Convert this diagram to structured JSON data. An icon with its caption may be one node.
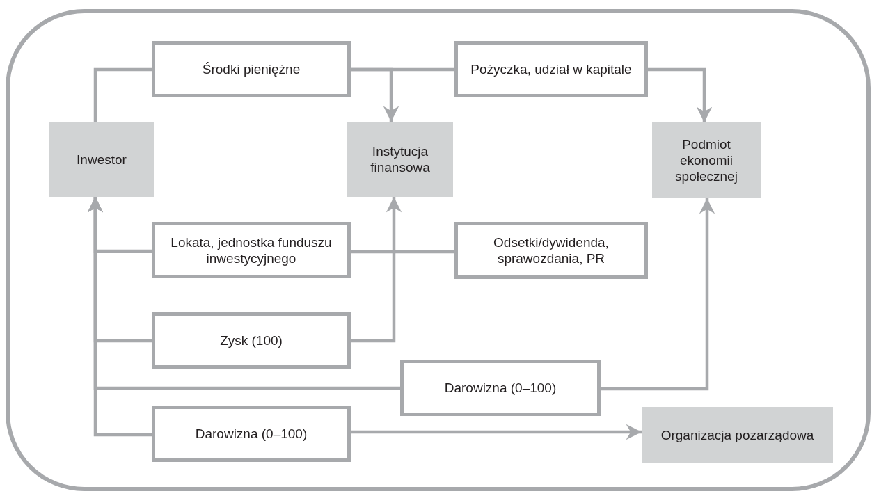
{
  "diagram": {
    "nodes": [
      {
        "text": [
          "Środki pieniężne"
        ]
      },
      {
        "text": [
          "Pożyczka, udział w kapitale"
        ]
      },
      {
        "text": [
          "Inwestor"
        ]
      },
      {
        "text": [
          "Instytucja finansowa"
        ]
      },
      {
        "text": [
          "Podmiot ekonomii społecznej"
        ]
      },
      {
        "text": [
          "Lokata, jednostka funduszu inwestycyjnego"
        ]
      },
      {
        "text": [
          "Odsetki/dywidenda, sprawozdania, PR"
        ]
      },
      {
        "text": [
          "Zysk (100)"
        ]
      },
      {
        "text": [
          "Darowizna (0–100)"
        ]
      },
      {
        "text": [
          "Darowizna (0–100)"
        ]
      },
      {
        "text": [
          "Organizacja pozarządowa"
        ]
      }
    ],
    "edges": [
      {
        "from": 2,
        "to": 0,
        "arrow": "none"
      },
      {
        "from": 0,
        "to": 3,
        "arrow": "to"
      },
      {
        "from": 0,
        "to": 1,
        "arrow": "none"
      },
      {
        "from": 1,
        "to": 4,
        "arrow": "to"
      },
      {
        "from": 5,
        "to": 2,
        "arrow": "to"
      },
      {
        "from": 5,
        "to": 6,
        "arrow": "none"
      },
      {
        "from": 7,
        "to": 2,
        "arrow": "to"
      },
      {
        "from": 7,
        "to": 3,
        "arrow": "to"
      },
      {
        "from": 8,
        "to": 2,
        "arrow": "to"
      },
      {
        "from": 8,
        "to": 4,
        "arrow": "to"
      },
      {
        "from": 9,
        "to": 2,
        "arrow": "to"
      },
      {
        "from": 9,
        "to": 10,
        "arrow": "to"
      }
    ]
  }
}
